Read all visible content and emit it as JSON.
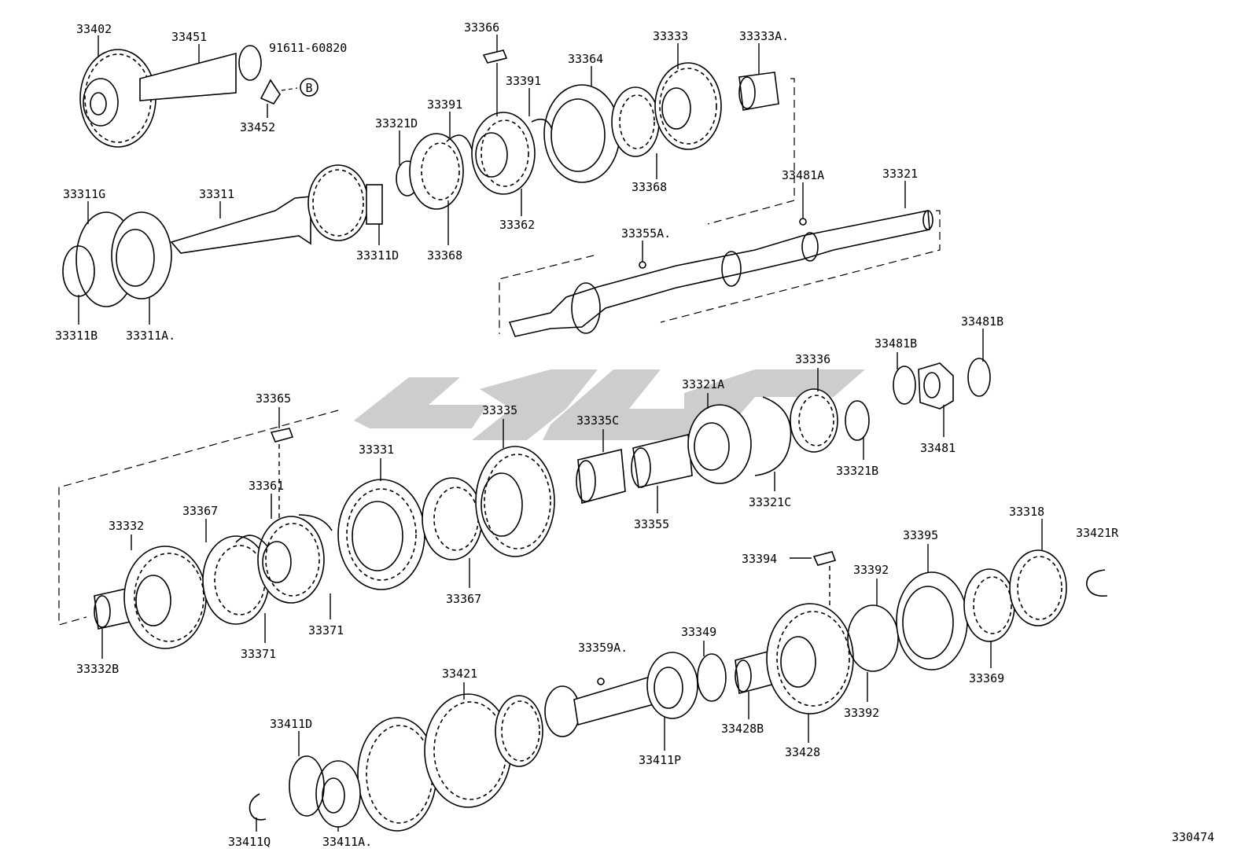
{
  "diagram_id": "330474",
  "colors": {
    "ink": "#000000",
    "watermark": "#c8c8c8",
    "background": "#ffffff"
  },
  "callout_b": "B",
  "labels": {
    "p33402": "33402",
    "p33451": "33451",
    "p91611": "91611-60820",
    "p33452": "33452",
    "p33366": "33366",
    "p33333": "33333",
    "p33333a": "33333A.",
    "p33364": "33364",
    "p33391a": "33391",
    "p33391b": "33391",
    "p33321d": "33321D",
    "p33368a": "33368",
    "p33368b": "33368",
    "p33362": "33362",
    "p33311g": "33311G",
    "p33311": "33311",
    "p33311d": "33311D",
    "p33311b": "33311B",
    "p33311a": "33311A.",
    "p33481a": "33481A",
    "p33321": "33321",
    "p33355a": "33355A.",
    "p33481b1": "33481B",
    "p33481b2": "33481B",
    "p33481": "33481",
    "p33336": "33336",
    "p33321a": "33321A",
    "p33321b": "33321B",
    "p33321c": "33321C",
    "p33365": "33365",
    "p33335": "33335",
    "p33335c": "33335C",
    "p33331": "33331",
    "p33355": "33355",
    "p33361": "33361",
    "p33367a": "33367",
    "p33367b": "33367",
    "p33332": "33332",
    "p33332b": "33332B",
    "p33371a": "33371",
    "p33371b": "33371",
    "p33318": "33318",
    "p33421r": "33421R",
    "p33395": "33395",
    "p33394": "33394",
    "p33392a": "33392",
    "p33392b": "33392",
    "p33369": "33369",
    "p33359a": "33359A.",
    "p33349": "33349",
    "p33421": "33421",
    "p33411d": "33411D",
    "p33411p": "33411P",
    "p33428b": "33428B",
    "p33428": "33428",
    "p33411q": "33411Q",
    "p33411a": "33411A."
  }
}
